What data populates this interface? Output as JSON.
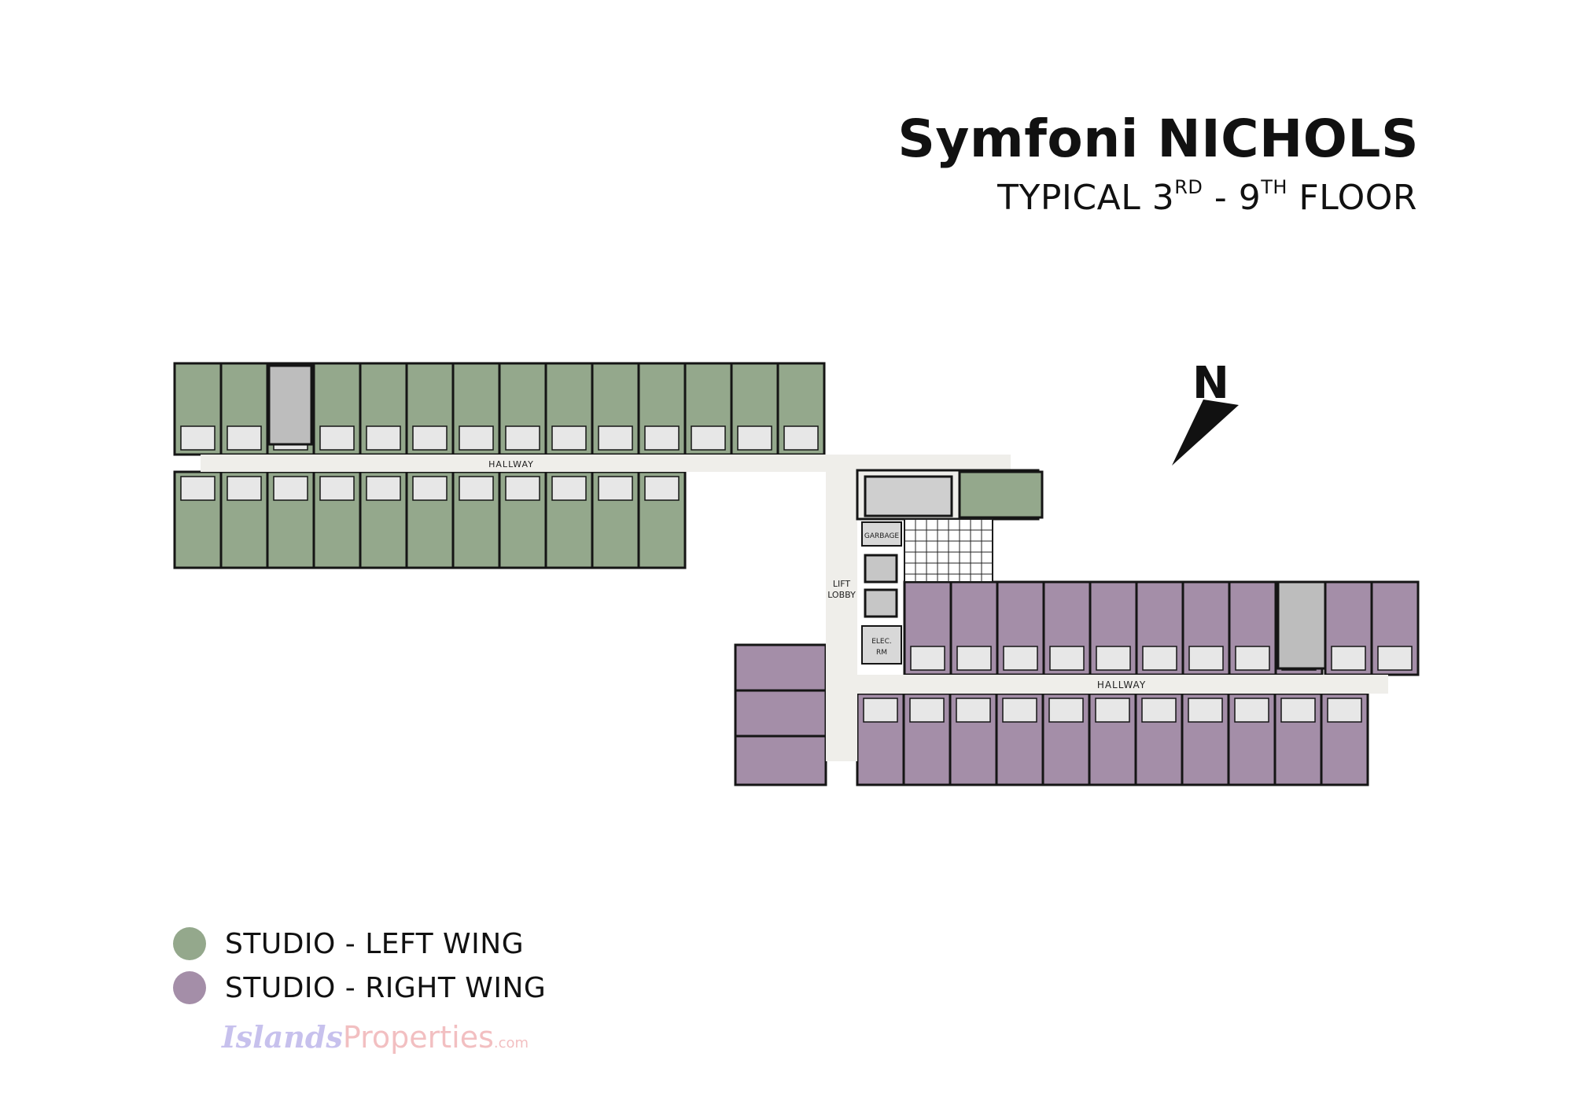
{
  "header": {
    "title": "Symfoni NICHOLS",
    "subtitle_prefix": "TYPICAL 3",
    "subtitle_sup1": "RD",
    "subtitle_mid": " - 9",
    "subtitle_sup2": "TH",
    "subtitle_suffix": " FLOOR"
  },
  "compass": {
    "label": "N"
  },
  "plan_labels": {
    "hallway_left": "HALLWAY",
    "hallway_right": "HALLWAY",
    "lift_lobby_1": "LIFT",
    "lift_lobby_2": "LOBBY",
    "garbage": "GARBAGE",
    "elec_1": "ELEC.",
    "elec_2": "RM"
  },
  "legend": [
    {
      "label": "STUDIO - LEFT WING",
      "color": "#94a88c"
    },
    {
      "label": "STUDIO - RIGHT WING",
      "color": "#a48ea8"
    }
  ],
  "watermark": {
    "part1": "Islands",
    "part2": "Properties",
    "part3": ".com"
  },
  "colors": {
    "left_wing": "#94a88c",
    "right_wing": "#a48ea8",
    "hallway": "#efeeea",
    "wall": "#151515",
    "core": "#bdbdbd"
  }
}
